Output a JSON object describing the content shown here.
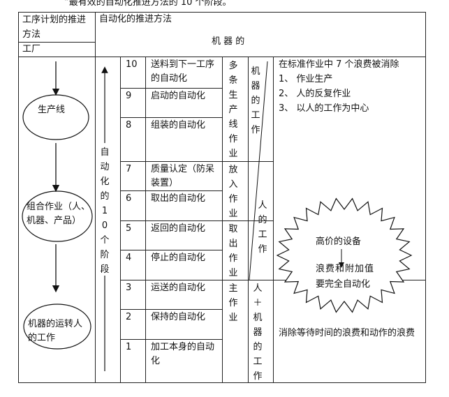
{
  "caption": "“最有效的自动化推进方法的 10 个阶段。",
  "header": {
    "left_top": "工序计划的推进方法",
    "left_bottom": "工厂",
    "right_top": "自动化的推进方法",
    "right_center": "机 器 的"
  },
  "left_column": {
    "ellipse1": "生产线",
    "ellipse2": "组合作业（人、机器、产品）",
    "ellipse3": "机器的运转人的工作"
  },
  "stages_label": "自动化的10个阶段",
  "stages": [
    {
      "num": "10",
      "name": "送料到下一工序的自动化"
    },
    {
      "num": "9",
      "name": "启动的自动化"
    },
    {
      "num": "8",
      "name": "组装的自动化"
    },
    {
      "num": "7",
      "name": "质量认定（防呆装置）"
    },
    {
      "num": "6",
      "name": "取出的自动化"
    },
    {
      "num": "5",
      "name": "返回的自动化"
    },
    {
      "num": "4",
      "name": "停止的自动化"
    },
    {
      "num": "3",
      "name": "运送的自动化"
    },
    {
      "num": "2",
      "name": "保持的自动化"
    },
    {
      "num": "1",
      "name": "加工本身的自动化"
    }
  ],
  "work_types": {
    "multi": "多条生产线作业",
    "put": "放入作业",
    "take": "取出作业",
    "main": "主作业"
  },
  "diag": {
    "machine_work": "机器的工作",
    "human_work": "人的工作",
    "human_plus_machine": "人＋机器的工作"
  },
  "right_notes": {
    "title": "在标准作业中 7 个浪费被消除",
    "items": [
      "1、 作业生产",
      "2、 人的反复作业",
      "3、 以人的工作为中心"
    ],
    "burst_line1": "高价的设备",
    "burst_line2": "浪费和附加值",
    "burst_line3": "要完全自动化",
    "bottom": "消除等待时间的浪费和动作的浪费"
  }
}
